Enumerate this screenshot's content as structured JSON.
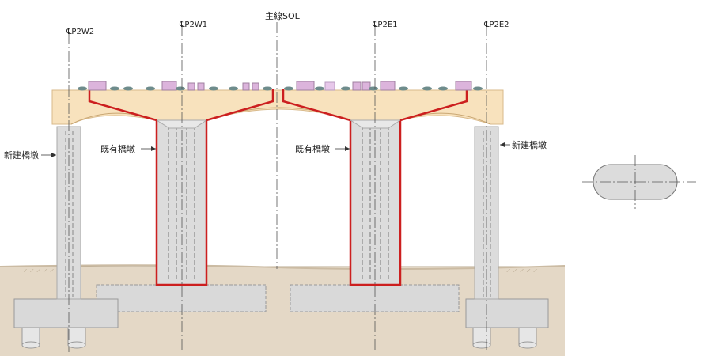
{
  "labels": {
    "main_line": "主線SOL",
    "axis_p2w2": "℄P2W2",
    "axis_p2w1": "℄P2W1",
    "axis_p2e1": "℄P2E1",
    "axis_p2e2": "℄P2E2",
    "new_pier_left": "新建橋墩",
    "new_pier_right": "新建橋墩",
    "existing_pier_left": "既有橋墩",
    "existing_pier_right": "既有橋墩"
  },
  "colors": {
    "cap_beam": "#f8e2bd",
    "pier": "#dcdcdc",
    "ground": "#e4d8c6",
    "footing": "#d9d9d9",
    "strengthening": "#cc1f1f",
    "bearing_pink": "#dcb4dc",
    "bearing_green": "#6e8c8c"
  }
}
